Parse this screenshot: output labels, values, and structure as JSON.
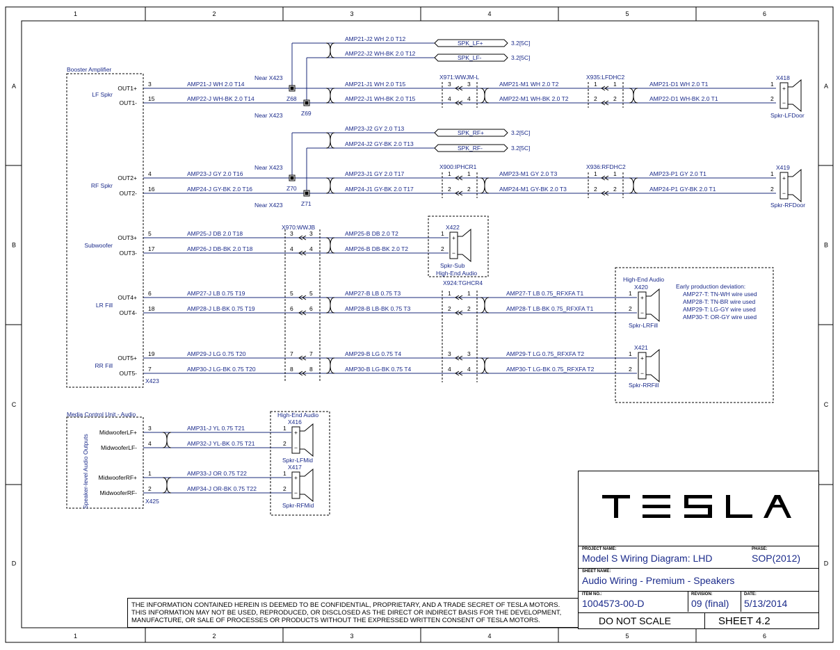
{
  "grid": {
    "cols": [
      "1",
      "2",
      "3",
      "4",
      "5",
      "6"
    ],
    "rows": [
      "A",
      "B",
      "C",
      "D"
    ]
  },
  "blocks": {
    "booster": "Booster Amplifier",
    "mcu": "Media Control Unit - Audio",
    "mcu_side": "Speaker-level Audio Outputs",
    "x423": "X423",
    "x425": "X425"
  },
  "channels": {
    "lf": {
      "name": "LF Spkr",
      "p": "OUT1+",
      "n": "OUT1-"
    },
    "rf": {
      "name": "RF Spkr",
      "p": "OUT2+",
      "n": "OUT2-"
    },
    "sub": {
      "name": "Subwoofer",
      "p": "OUT3+",
      "n": "OUT3-"
    },
    "lrf": {
      "name": "LR Fill",
      "p": "OUT4+",
      "n": "OUT4-"
    },
    "rrf": {
      "name": "RR Fill",
      "p": "OUT5+",
      "n": "OUT5-"
    },
    "mlf": {
      "p": "MidwooferLF+",
      "n": "MidwooferLF-"
    },
    "mrf": {
      "p": "MidwooferRF+",
      "n": "MidwooferRF-"
    }
  },
  "pins": {
    "lf_p": "3",
    "lf_n": "15",
    "rf_p": "4",
    "rf_n": "16",
    "sub_p": "5",
    "sub_n": "17",
    "lrf_p": "6",
    "lrf_n": "18",
    "rrf_p": "19",
    "rrf_n": "7",
    "mlf_p": "3",
    "mlf_n": "4",
    "mrf_p": "1",
    "mrf_n": "2"
  },
  "connectors": {
    "x971": "X971:WWJM-L",
    "x935": "X935:LFDHC2",
    "x900": "X900:IPHCR1",
    "x936": "X936:RFDHC2",
    "x970": "X970:WWJB",
    "x924": "X924:TGHCR4"
  },
  "splices": {
    "z68": "Z68",
    "z69": "Z69",
    "z70": "Z70",
    "z71": "Z71",
    "near": "Near X423"
  },
  "wires": {
    "amp21j2": "AMP21-J2 WH 2.0 T12",
    "amp22j2": "AMP22-J2 WH-BK 2.0 T12",
    "amp21j": "AMP21-J WH 2.0 T14",
    "amp22j": "AMP22-J WH-BK 2.0 T14",
    "amp21j1": "AMP21-J1 WH 2.0 T15",
    "amp22j1": "AMP22-J1 WH-BK 2.0 T15",
    "amp21m1": "AMP21-M1 WH 2.0 T2",
    "amp22m1": "AMP22-M1 WH-BK 2.0 T2",
    "amp21d1": "AMP21-D1 WH 2.0 T1",
    "amp22d1": "AMP22-D1 WH-BK 2.0 T1",
    "amp23j2": "AMP23-J2 GY 2.0 T13",
    "amp24j2": "AMP24-J2 GY-BK 2.0 T13",
    "amp23j": "AMP23-J GY 2.0 T16",
    "amp24j": "AMP24-J GY-BK 2.0 T16",
    "amp23j1": "AMP23-J1 GY 2.0 T17",
    "amp24j1": "AMP24-J1 GY-BK 2.0 T17",
    "amp23m1": "AMP23-M1 GY 2.0 T3",
    "amp24m1": "AMP24-M1 GY-BK 2.0 T3",
    "amp23p1": "AMP23-P1 GY 2.0 T1",
    "amp24p1": "AMP24-P1 GY-BK 2.0 T1",
    "amp25j": "AMP25-J DB 2.0 T18",
    "amp26j": "AMP26-J DB-BK 2.0 T18",
    "amp25b": "AMP25-B DB 2.0 T2",
    "amp26b": "AMP26-B DB-BK 2.0 T2",
    "amp27j": "AMP27-J LB 0.75 T19",
    "amp28j": "AMP28-J LB-BK 0.75 T19",
    "amp27b": "AMP27-B LB 0.75 T3",
    "amp28b": "AMP28-B LB-BK 0.75 T3",
    "amp27t": "AMP27-T LB 0.75_RFXFA T1",
    "amp28t": "AMP28-T LB-BK 0.75_RFXFA T1",
    "amp29j": "AMP29-J LG 0.75 T20",
    "amp30j": "AMP30-J LG-BK 0.75 T20",
    "amp29b": "AMP29-B LG 0.75 T4",
    "amp30b": "AMP30-B LG-BK 0.75 T4",
    "amp29t": "AMP29-T LG 0.75_RFXFA T2",
    "amp30t": "AMP30-T LG-BK 0.75_RFXFA T2",
    "amp31j": "AMP31-J YL 0.75 T21",
    "amp32j": "AMP32-J YL-BK 0.75 T21",
    "amp33j": "AMP33-J OR 0.75 T22",
    "amp34j": "AMP34-J OR-BK 0.75 T22"
  },
  "offpage": {
    "spk_lfp": "SPK_LF+",
    "spk_lfn": "SPK_LF-",
    "spk_rfp": "SPK_RF+",
    "spk_rfn": "SPK_RF-",
    "ref": "3.2[5C]"
  },
  "speakers": {
    "x418": {
      "id": "X418",
      "name": "Spkr-LFDoor"
    },
    "x419": {
      "id": "X419",
      "name": "Spkr-RFDoor"
    },
    "x422": {
      "id": "X422",
      "name": "Spkr-Sub"
    },
    "x420": {
      "id": "X420",
      "name": "Spkr-LRFill"
    },
    "x421": {
      "id": "X421",
      "name": "Spkr-RRFill"
    },
    "x416": {
      "id": "X416",
      "name": "Spkr-LFMid"
    },
    "x417": {
      "id": "X417",
      "name": "Spkr-RFMid"
    }
  },
  "hea": "High-End Audio",
  "deviation": {
    "title": "Early production deviation:",
    "lines": [
      "AMP27-T: TN-WH wire used",
      "AMP28-T: TN-BR wire used",
      "AMP29-T: LG-GY wire used",
      "AMP30-T: OR-GY wire used"
    ]
  },
  "title_block": {
    "logo": "TESLA",
    "project_label": "PROJECT NAME:",
    "project": "Model S Wiring Diagram: LHD",
    "phase_label": "PHASE:",
    "phase": "SOP(2012)",
    "sheet_name_label": "SHEET NAME:",
    "sheet_name": "Audio Wiring - Premium - Speakers",
    "item_label": "ITEM NO.:",
    "item": "1004573-00-D",
    "rev_label": "REVISION:",
    "rev": "09 (final)",
    "date_label": "DATE:",
    "date": "5/13/2014",
    "scale": "DO NOT SCALE",
    "sheet": "SHEET 4.2"
  },
  "disclaimer": [
    "THE INFORMATION CONTAINED HEREIN IS DEEMED TO BE CONFIDENTIAL, PROPRIETARY, AND A TRADE SECRET OF TESLA MOTORS.",
    "THIS INFORMATION MAY NOT BE USED, REPRODUCED, OR DISCLOSED AS THE DIRECT OR INDIRECT BASIS FOR THE DEVELOPMENT,",
    "MANUFACTURE, OR SALE OF PROCESSES OR PRODUCTS WITHOUT THE EXPRESSED WRITTEN CONSENT OF TESLA MOTORS."
  ]
}
